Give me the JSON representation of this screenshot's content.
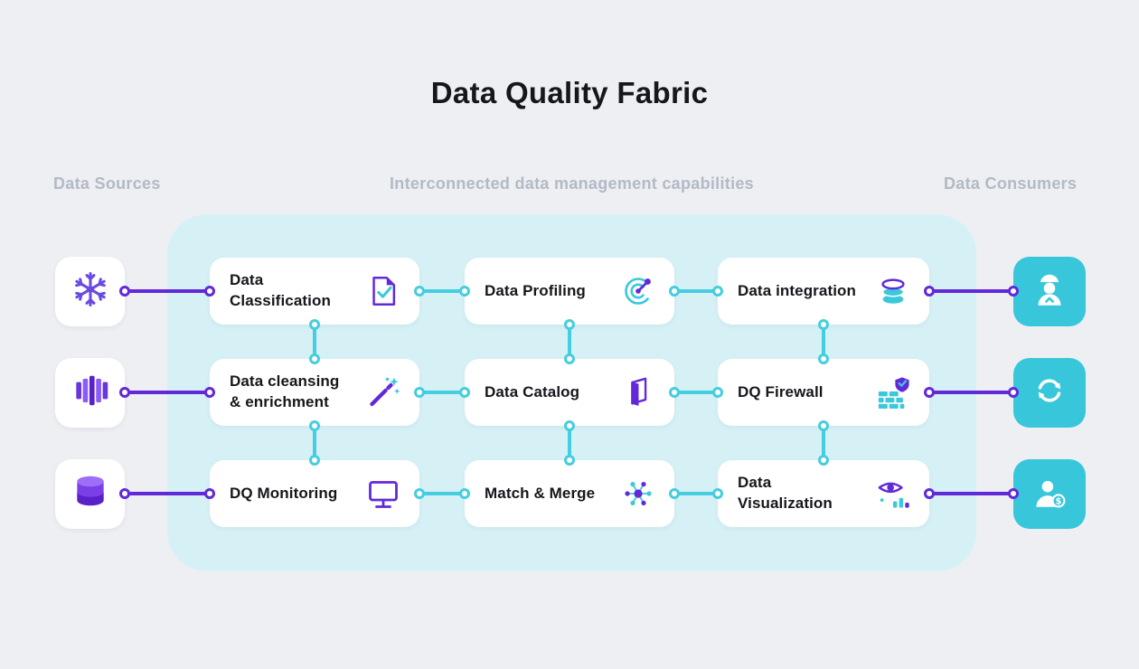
{
  "title": "Data Quality Fabric",
  "sections": {
    "sources": {
      "label": "Data Sources"
    },
    "capabilities": {
      "label": "Interconnected data management capabilities"
    },
    "consumers": {
      "label": "Data Consumers"
    }
  },
  "capabilities": [
    {
      "label": "Data Classification",
      "icon": "document-check-icon"
    },
    {
      "label": "Data Profiling",
      "icon": "profiling-gauge-icon"
    },
    {
      "label": "Data integration",
      "icon": "database-stack-icon"
    },
    {
      "label": "Data cleansing & enrichment",
      "icon": "magic-wand-icon"
    },
    {
      "label": "Data Catalog",
      "icon": "catalog-book-icon"
    },
    {
      "label": "DQ Firewall",
      "icon": "firewall-shield-icon"
    },
    {
      "label": "DQ Monitoring",
      "icon": "monitor-icon"
    },
    {
      "label": "Match & Merge",
      "icon": "network-merge-icon"
    },
    {
      "label": "Data Visualization",
      "icon": "eye-chart-icon"
    }
  ],
  "sources": [
    {
      "name": "snowflake",
      "icon": "snowflake-icon"
    },
    {
      "name": "data-warehouse",
      "icon": "warehouse-columns-icon"
    },
    {
      "name": "database",
      "icon": "database-cylinder-icon"
    }
  ],
  "consumers": [
    {
      "name": "data-engineer",
      "icon": "engineer-user-icon"
    },
    {
      "name": "data-exchange",
      "icon": "sync-arrows-icon"
    },
    {
      "name": "business-user",
      "icon": "business-user-dollar-icon"
    }
  ],
  "colors": {
    "background": "#edeff3",
    "panel": "#d6f1f6",
    "purple": "#6229d8",
    "purple_light": "#8b5cf6",
    "cyan": "#3cc8dc",
    "cyan_line": "#45cde0",
    "tile_cyan": "#38c6db",
    "card_white": "#ffffff",
    "title_text": "#15171c",
    "section_label_gray": "#b3bac6"
  }
}
